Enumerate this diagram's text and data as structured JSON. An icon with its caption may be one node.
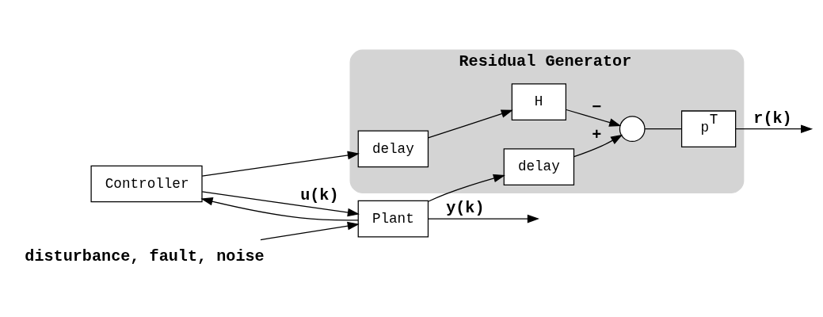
{
  "diagram": {
    "nodes": [
      {
        "text": [
          "Controller"
        ]
      },
      {
        "text": [
          "Plant"
        ]
      },
      {
        "text": [
          "Residual Generator"
        ]
      },
      {
        "text": [
          "delay"
        ],
        "in": 2
      },
      {
        "text": [
          "delay"
        ],
        "in": 2
      },
      {
        "text": [
          "H"
        ],
        "in": 2
      },
      {
        "text": [],
        "shape": "circle",
        "in": 2
      },
      {
        "text": [
          "p$^{T}$"
        ],
        "in": 2
      },
      {
        "text": [
          "disturbance, fault, noise"
        ]
      }
    ],
    "edges": [
      {
        "from": 0,
        "to": 1,
        "arrow": "to",
        "label": "u(k)"
      },
      {
        "from": 8,
        "to": 1,
        "arrow": "to"
      },
      {
        "from": 1,
        "to": null,
        "arrow": "to",
        "label": "y(k)"
      },
      {
        "from": 1,
        "to": 0,
        "arrow": "to"
      },
      {
        "from": 1,
        "to": 3,
        "arrow": "to"
      },
      {
        "from": 0,
        "to": 4,
        "arrow": "to"
      },
      {
        "from": 3,
        "to": 6,
        "arrow": "to",
        "label": "+"
      },
      {
        "from": 4,
        "to": 5,
        "arrow": "to"
      },
      {
        "from": 5,
        "to": 6,
        "arrow": "to",
        "label": "−"
      },
      {
        "from": 6,
        "to": 7,
        "arrow": "none"
      },
      {
        "from": 7,
        "to": null,
        "arrow": "to",
        "label": "r(k)"
      }
    ]
  }
}
